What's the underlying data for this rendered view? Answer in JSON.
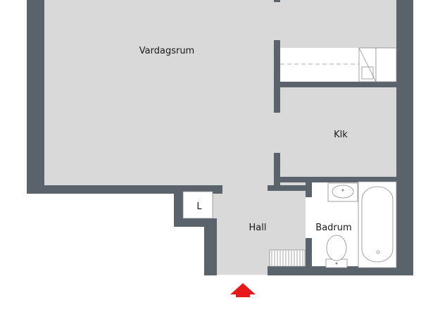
{
  "floorplan": {
    "rooms": {
      "living": "Vardagsrum",
      "kitchen": "Klk",
      "hall": "Hall",
      "bathroom": "Badrum",
      "closet": "L"
    },
    "entrance_marker_color": "#e8191b",
    "wall_color": "#5a636c",
    "floor_color": "#d9d9d9"
  }
}
